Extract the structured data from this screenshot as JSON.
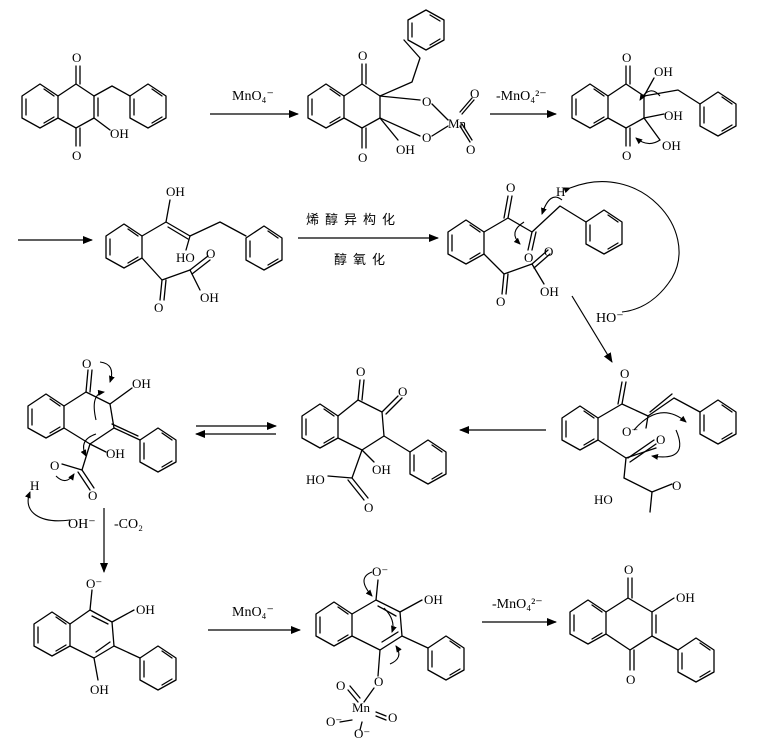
{
  "labels": {
    "atom_O": "O",
    "atom_OH": "OH",
    "atom_HO": "HO",
    "atom_H": "H",
    "atom_Mn": "Mn",
    "atom_O_minus": "O⁻",
    "atom_OH_minus": "OH⁻"
  },
  "reagents": {
    "step1": "MnO₄⁻",
    "step2": "-MnO₄²⁻",
    "step3_top": "烯醇异构化",
    "step3_bottom": "醇氧化",
    "step4": "HO⁻",
    "step5": "-CO₂",
    "step6": "MnO₄⁻",
    "step7": "-MnO₄²⁻"
  }
}
